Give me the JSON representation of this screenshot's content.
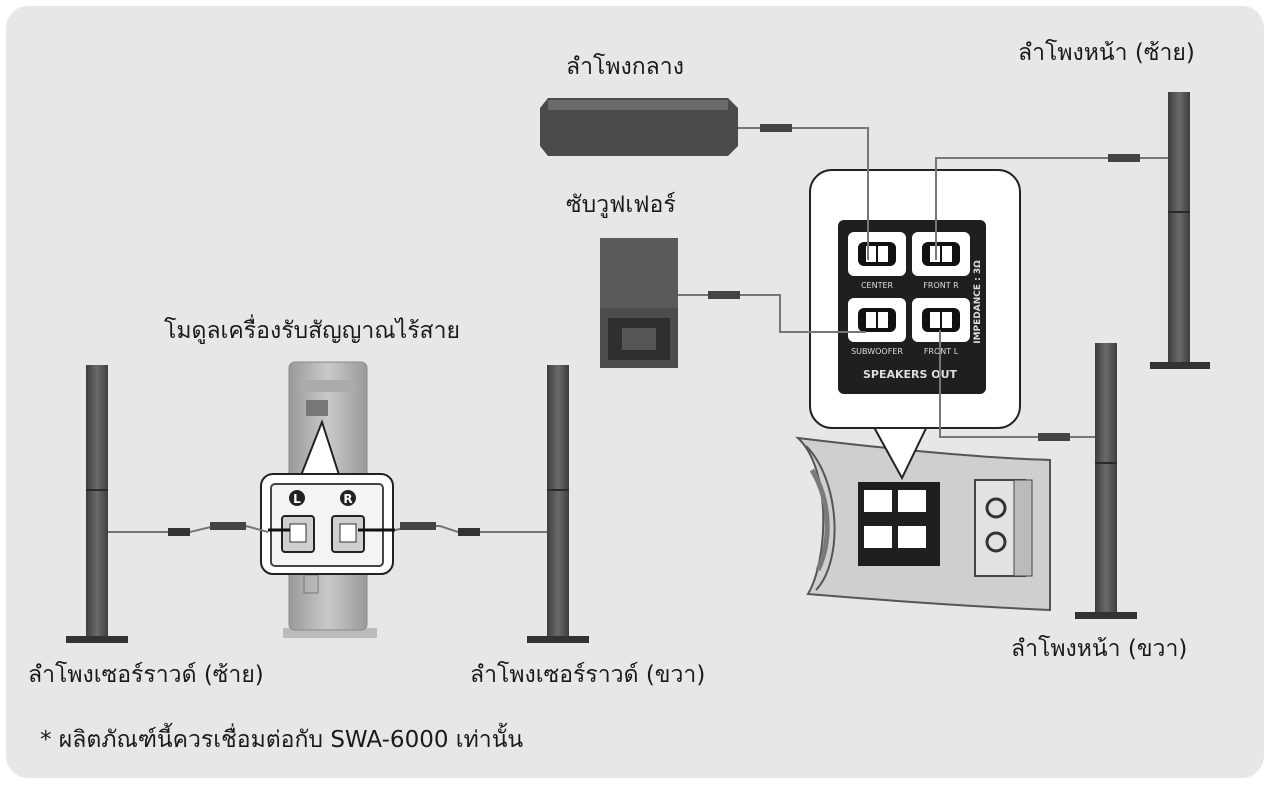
{
  "labels": {
    "center": "ลำโพงกลาง",
    "front_left": "ลำโพงหน้า (ซ้าย)",
    "subwoofer": "ซับวูฟเฟอร์",
    "wireless_module": "โมดูลเครื่องรับสัญญาณไร้สาย",
    "front_right": "ลำโพงหน้า (ขวา)",
    "surround_left": "ลำโพงเซอร์ราวด์ (ซ้าย)",
    "surround_right": "ลำโพงเซอร์ราวด์ (ขวา)",
    "footnote": "* ผลิตภัณฑ์นี้ควรเชื่อมต่อกับ SWA-6000 เท่านั้น"
  },
  "panel": {
    "terminal_center": "CENTER",
    "terminal_front_r": "FRONT R",
    "terminal_subwoofer": "SUBWOOFER",
    "terminal_front_l": "FRONT L",
    "speakers_out": "SPEAKERS OUT",
    "impedance": "IMPEDANCE : 3Ω"
  },
  "module": {
    "left_marker": "L",
    "right_marker": "R"
  },
  "colors": {
    "background": "#e7e7e7",
    "speaker": "#555555",
    "speaker_dark": "#3a3a3a",
    "panel_black": "#1f1f1f",
    "cable": "#777777"
  }
}
